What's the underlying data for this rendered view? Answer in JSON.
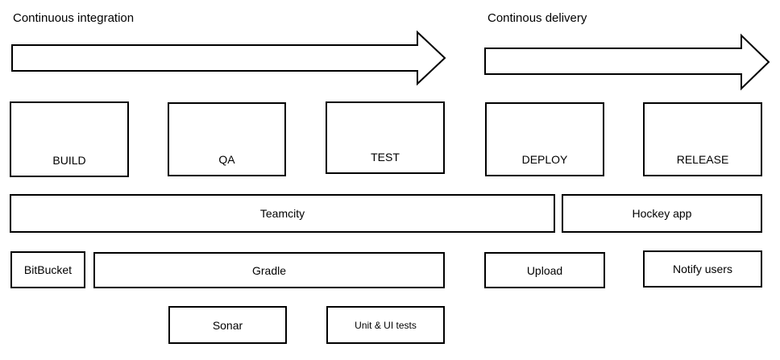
{
  "headings": {
    "continuous_integration": "Continuous integration",
    "continuous_delivery": "Continous delivery"
  },
  "stages": {
    "build": "BUILD",
    "qa": "QA",
    "test": "TEST",
    "deploy": "DEPLOY",
    "release": "RELEASE"
  },
  "tools": {
    "teamcity": "Teamcity",
    "hockey_app": "Hockey app",
    "bitbucket": "BitBucket",
    "gradle": "Gradle",
    "upload": "Upload",
    "notify_users": "Notify users",
    "sonar": "Sonar",
    "unit_ui_tests": "Unit & UI tests"
  }
}
